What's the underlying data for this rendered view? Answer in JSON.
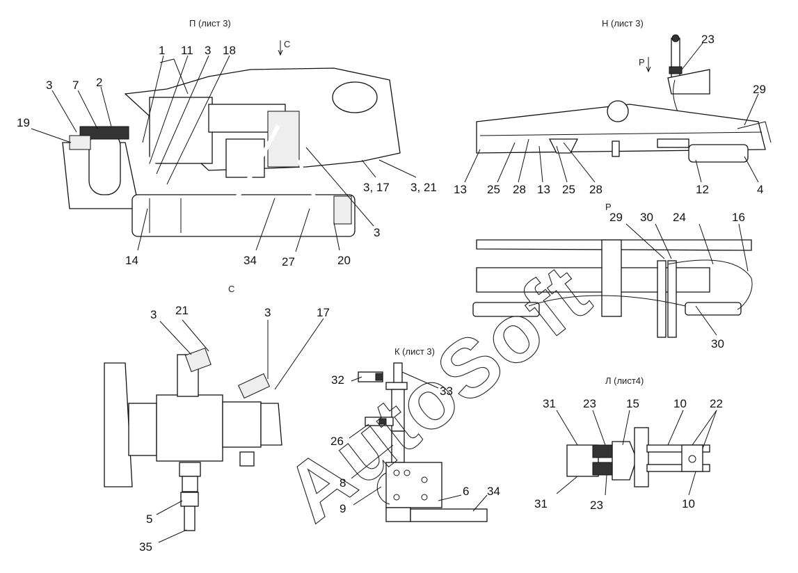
{
  "views": {
    "P": {
      "title": "П  (лист 3)",
      "arrow": "С",
      "labels": [
        "1",
        "11",
        "3",
        "18",
        "3",
        "7",
        "2",
        "19",
        "3, 17",
        "3, 21",
        "3",
        "14",
        "34",
        "27",
        "20"
      ]
    },
    "N": {
      "title": "Н (лист 3)",
      "arrow": "Р",
      "labels": [
        "23",
        "29",
        "13",
        "25",
        "28",
        "13",
        "25",
        "28",
        "12",
        "4"
      ]
    },
    "R": {
      "title": "Р",
      "labels": [
        "29",
        "30",
        "24",
        "16",
        "30"
      ]
    },
    "C": {
      "title": "С",
      "labels": [
        "3",
        "21",
        "3",
        "17",
        "5",
        "35"
      ]
    },
    "K": {
      "title": "К (лист 3)",
      "labels": [
        "32",
        "33",
        "26",
        "8",
        "9",
        "6",
        "34"
      ]
    },
    "L": {
      "title": "Л (лист4)",
      "labels": [
        "31",
        "23",
        "15",
        "10",
        "22",
        "31",
        "23",
        "10"
      ]
    }
  },
  "watermark": "AutoSoft"
}
